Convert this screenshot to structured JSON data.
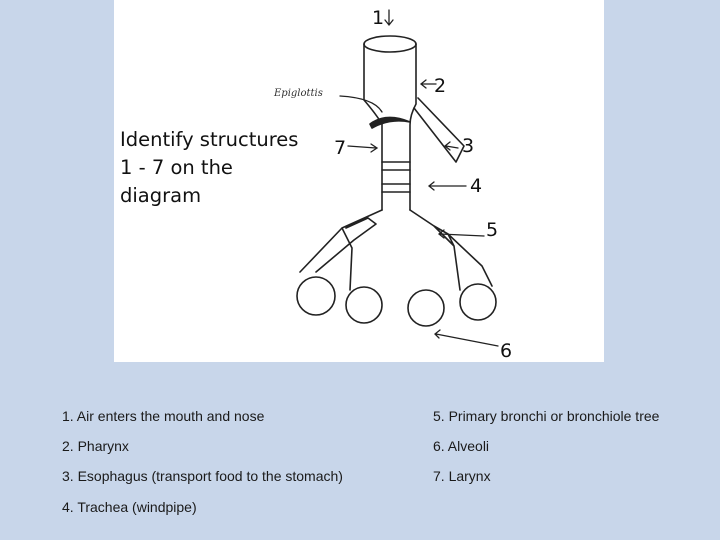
{
  "prompt": {
    "line1": "Identify structures",
    "line2": "1 - 7 on the",
    "line3": "diagram"
  },
  "diagram_labels": {
    "n1": "1",
    "n2": "2",
    "n3": "3",
    "n4": "4",
    "n5": "5",
    "n6": "6",
    "n7": "7",
    "epiglottis": "Epiglottis"
  },
  "legend": {
    "left": [
      "1. Air enters the mouth and nose",
      "2. Pharynx",
      "3. Esophagus (transport food to the stomach)",
      "4. Trachea (windpipe)"
    ],
    "right": [
      "5. Primary bronchi or bronchiole tree",
      "6. Alveoli",
      "7. Larynx"
    ]
  },
  "colors": {
    "background": "#c8d6ea",
    "panel": "#ffffff",
    "ink": "#111111"
  }
}
